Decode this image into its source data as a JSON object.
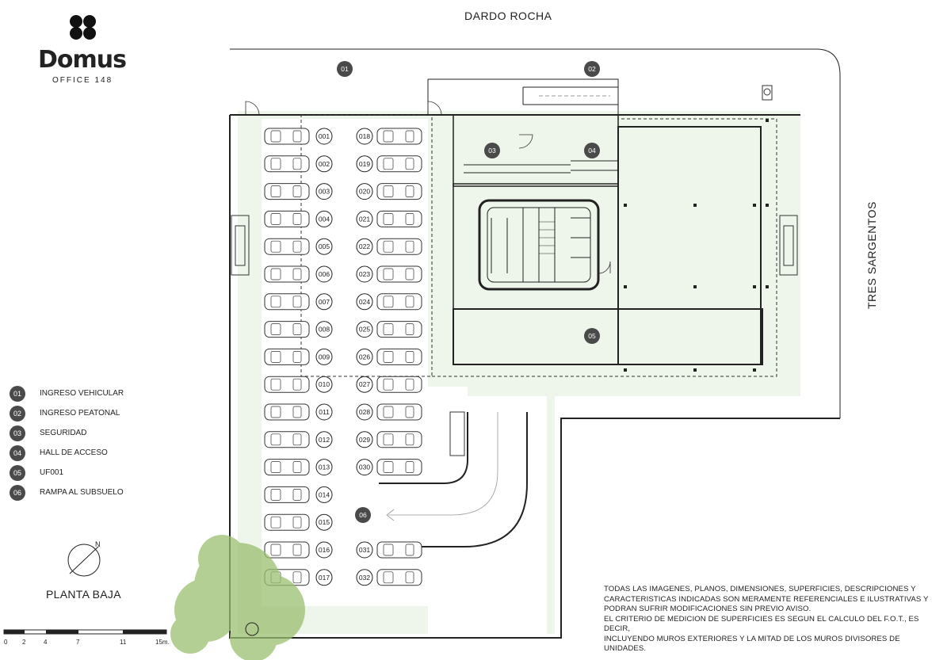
{
  "brand": {
    "name": "Domus",
    "subtitle": "OFFICE 148"
  },
  "streets": {
    "north": "DARDO ROCHA",
    "east": "TRES SARGENTOS"
  },
  "plan_title": "PLANTA BAJA",
  "north_label": "N",
  "legend": [
    {
      "num": "01",
      "label": "INGRESO VEHICULAR"
    },
    {
      "num": "02",
      "label": "INGRESO PEATONAL"
    },
    {
      "num": "03",
      "label": "SEGURIDAD"
    },
    {
      "num": "04",
      "label": "HALL DE ACCESO"
    },
    {
      "num": "05",
      "label": "UF001"
    },
    {
      "num": "06",
      "label": "RAMPA AL SUBSUELO"
    }
  ],
  "parking": {
    "left": [
      "001",
      "002",
      "003",
      "004",
      "005",
      "006",
      "007",
      "008",
      "009",
      "010",
      "011",
      "012",
      "013",
      "014",
      "015",
      "016",
      "017"
    ],
    "right_top": [
      "018",
      "019",
      "020",
      "021",
      "022",
      "023",
      "024",
      "025",
      "026",
      "027",
      "028",
      "029",
      "030"
    ],
    "right_bottom": [
      "031",
      "032"
    ]
  },
  "scale": {
    "ticks": [
      "0",
      "2",
      "4",
      "7",
      "11",
      "15m."
    ]
  },
  "disclaimer": [
    "TODAS LAS IMAGENES, PLANOS, DIMENSIONES, SUPERFICIES, DESCRIPCIONES Y",
    "CARACTERISTICAS INDICADAS SON MERAMENTE REFERENCIALES E ILUSTRATIVAS Y",
    "PODRAN SUFRIR MODIFICACIONES SIN PREVIO AVISO.",
    "EL CRITERIO DE MEDICION DE SUPERFICIES ES SEGUN EL CALCULO DEL F.O.T., ES DECIR,",
    "INCLUYENDO MUROS EXTERIORES Y LA MITAD DE LOS MUROS DIVISORES DE UNIDADES."
  ]
}
